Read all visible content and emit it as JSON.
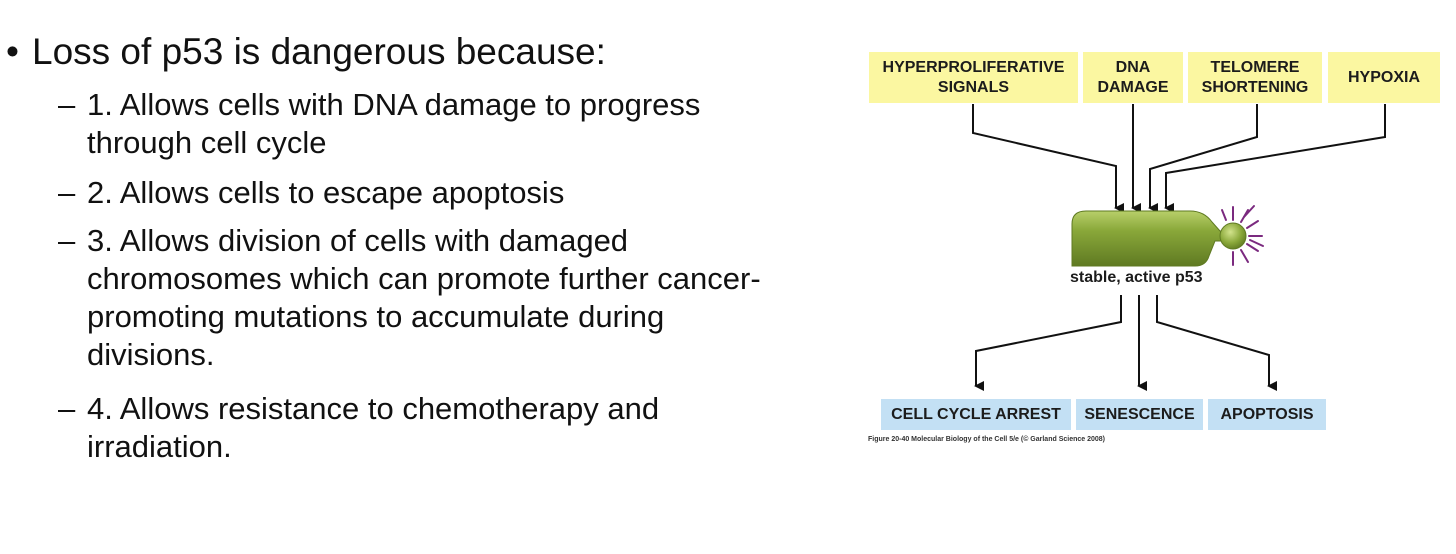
{
  "main_bullet": "Loss of p53 is dangerous because:",
  "bullet_glyph": "•",
  "dash_glyph": "–",
  "items": [
    {
      "line1": "1. Allows cells with DNA damage to progress",
      "line2": "through cell cycle"
    },
    {
      "line1": "2. Allows cells to escape apoptosis"
    },
    {
      "line1": "3. Allows division of cells with damaged",
      "line2": "chromosomes which can promote further cancer-",
      "line3": "promoting mutations to accumulate during",
      "line4": "divisions."
    },
    {
      "line1": "4. Allows resistance to chemotherapy and",
      "line2": "irradiation."
    }
  ],
  "diagram": {
    "inputs": [
      "HYPERPROLIFERATIVE\nSIGNALS",
      "DNA\nDAMAGE",
      "TELOMERE\nSHORTENING",
      "HYPOXIA"
    ],
    "center_label": "stable, active p53",
    "outputs": [
      "CELL CYCLE ARREST",
      "SENESCENCE",
      "APOPTOSIS"
    ],
    "credit": "Figure 20-40  Molecular Biology of the Cell 5/e (© Garland Science 2008)",
    "colors": {
      "input_box": "#fbf7a1",
      "output_box": "#c3e0f4",
      "protein_body": "#8aa83a",
      "protein_highlight": "#b8cf6a",
      "protein_shadow": "#5f7a22",
      "signal_burst": "#7b2a7f"
    }
  }
}
